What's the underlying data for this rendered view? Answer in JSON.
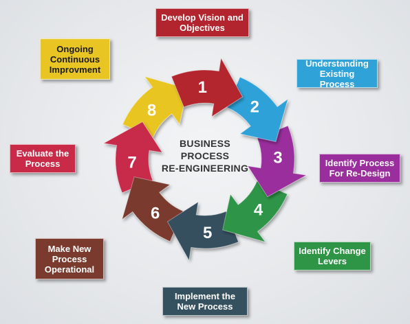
{
  "center_title": {
    "line1": "BUSINESS",
    "line2": "PROCESS",
    "line3": "RE-ENGINEERING"
  },
  "steps": [
    {
      "number": "1",
      "label": "Develop Vision and\nObjectives",
      "arrow_color": "#b3252e",
      "box_color": "#b3252e",
      "text_color": "#ffffff"
    },
    {
      "number": "2",
      "label": "Understanding\nExisting Process",
      "arrow_color": "#2fa2d8",
      "box_color": "#2fa2d8",
      "text_color": "#ffffff"
    },
    {
      "number": "3",
      "label": "Identify Process\nFor Re-Design",
      "arrow_color": "#9a2e9c",
      "box_color": "#9a2e9c",
      "text_color": "#ffffff"
    },
    {
      "number": "4",
      "label": "Identify Change\nLevers",
      "arrow_color": "#2e9446",
      "box_color": "#2e9446",
      "text_color": "#ffffff"
    },
    {
      "number": "5",
      "label": "Implement the\nNew Process",
      "arrow_color": "#35505f",
      "box_color": "#35505f",
      "text_color": "#ffffff"
    },
    {
      "number": "6",
      "label": "Make New\nProcess\nOperational",
      "arrow_color": "#7a3a2e",
      "box_color": "#7a3a2e",
      "text_color": "#ffffff"
    },
    {
      "number": "7",
      "label": "Evaluate the\nProcess",
      "arrow_color": "#c82a48",
      "box_color": "#c82a48",
      "text_color": "#ffffff"
    },
    {
      "number": "8",
      "label": "Ongoing\nContinuous\nImprovment",
      "arrow_color": "#e9c524",
      "box_color": "#e9c524",
      "text_color": "#1a1a1a"
    }
  ]
}
